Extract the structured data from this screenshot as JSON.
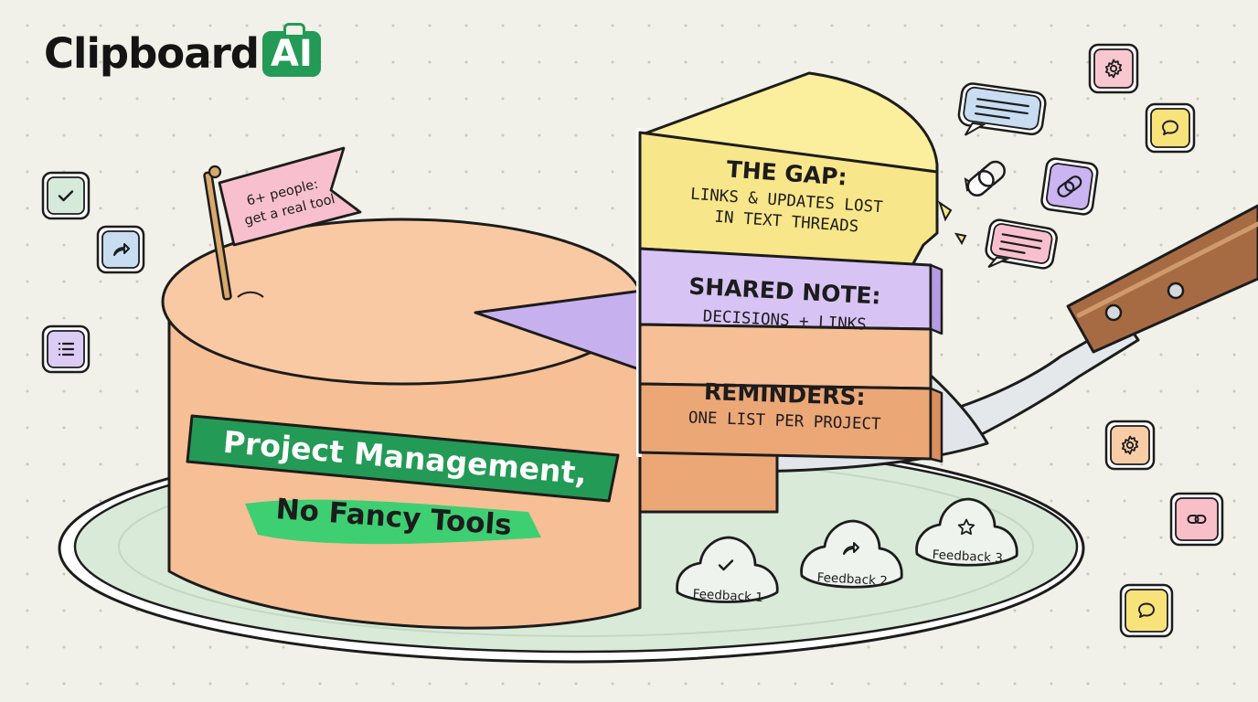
{
  "brand": {
    "name": "Clipboard",
    "badge": "AI"
  },
  "flag": {
    "line1": "6+ people:",
    "line2": "get a real tool"
  },
  "banner": {
    "title": "Project Management,",
    "subtitle": "No Fancy Tools"
  },
  "layers": [
    {
      "title": "THE GAP:",
      "lines": [
        "LINKS & UPDATES LOST",
        "IN TEXT THREADS"
      ]
    },
    {
      "title": "SHARED NOTE:",
      "lines": [
        "DECISIONS + LINKS"
      ]
    },
    {
      "title": "REMINDERS:",
      "lines": [
        "ONE LIST PER PROJECT"
      ]
    }
  ],
  "feedback": [
    "Feedback 1",
    "Feedback 2",
    "Feedback 3"
  ],
  "side_icons_left": [
    "check-icon",
    "forward-icon",
    "list-icon"
  ],
  "side_icons_right": [
    "gear-icon",
    "chat-icon",
    "gear-icon",
    "link-icon",
    "chat-icon"
  ],
  "colors": {
    "green": "#239a55",
    "cake": "#f6bf95",
    "cake_dark": "#eca777",
    "yellow": "#f8e68a",
    "purple": "#d8c3f5",
    "plate": "#d9ead8"
  }
}
